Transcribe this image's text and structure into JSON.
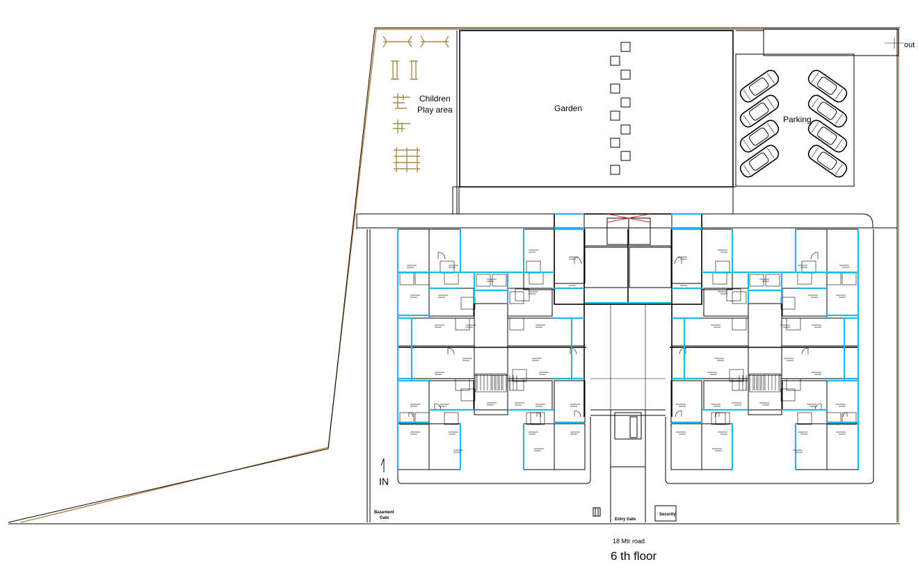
{
  "labels": {
    "children_line1": "Children",
    "children_line2": "Play area",
    "garden": "Garden",
    "parking": "Parking",
    "out": "out",
    "in": "IN",
    "basement_line1": "Basement",
    "basement_line2": "Gate",
    "entry_gate": "Entry  Gate",
    "security": "Security",
    "road": "18 Mtr road",
    "floor": "6 th floor"
  },
  "colors": {
    "wall": "#000000",
    "window": "#1fb6e8",
    "boundary": "#b07a3c",
    "play_equipment": "#a58a4a",
    "lift_cross": "#e02020"
  }
}
